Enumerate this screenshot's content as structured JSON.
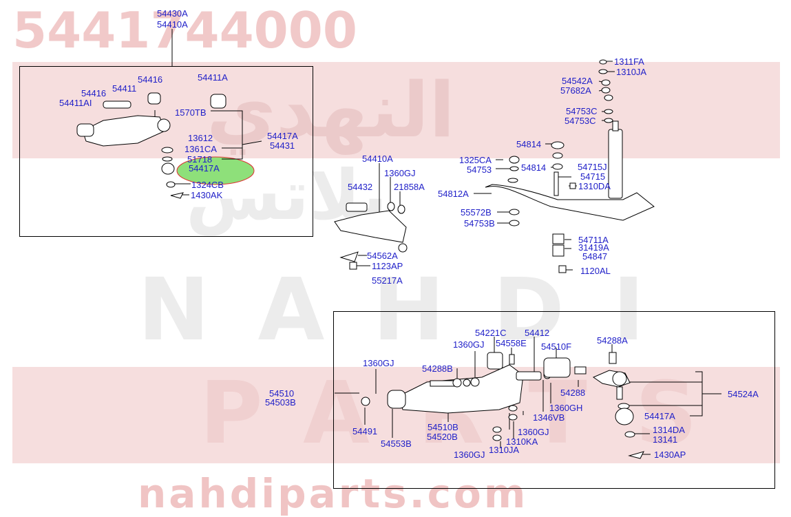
{
  "watermark": {
    "part_number": "5441744000",
    "arabic": "النهدي",
    "arabic_sub": "بلاتس",
    "nahdi": "NAHDI",
    "parts": "PARTS",
    "site": "nahdiparts.com"
  },
  "colors": {
    "label": "#1e1ec8",
    "highlight": "#8ee07a",
    "watermark_red": "#f6dede",
    "line": "#000000"
  },
  "labels": {
    "upper_arm": {
      "l54430A": "54430A",
      "l54410A": "54410A",
      "l54416a": "54416",
      "l54411": "54411",
      "l54416b": "54416",
      "l54411AI": "54411AI",
      "l54411A": "54411A",
      "l1570TB": "1570TB",
      "l13612": "13612",
      "l1361CA": "1361CA",
      "l51718": "51718",
      "l54417A": "54417A",
      "l1324CB": "1324CB",
      "l1430AK": "1430AK",
      "l54417A_r": "54417A",
      "l54431": "54431"
    },
    "center": {
      "l54410A": "54410A",
      "l1360GJ": "1360GJ",
      "l54432": "54432",
      "l21858A": "21858A",
      "l54562A": "54562A",
      "l1123AP": "1123AP",
      "l55217A": "55217A"
    },
    "stabilizer": {
      "l1311FA": "1311FA",
      "l1310JA": "1310JA",
      "l54542A": "54542A",
      "l57682A": "57682A",
      "l54753C_a": "54753C",
      "l54753C_b": "54753C",
      "l54814_a": "54814",
      "l1325CA": "1325CA",
      "l54753": "54753",
      "l54814_b": "54814",
      "l54715J": "54715J",
      "l54715": "54715",
      "l1310DA": "1310DA",
      "l54812A": "54812A",
      "l55572B": "55572B",
      "l54753B": "54753B",
      "l54711A": "54711A",
      "l31419A": "31419A",
      "l54847": "54847",
      "l1120AL": "1120AL"
    },
    "lower_arm": {
      "l54221C": "54221C",
      "l54412": "54412",
      "l1360GJ_a": "1360GJ",
      "l54558E": "54558E",
      "l54510F": "54510F",
      "l54288A": "54288A",
      "l1360GJ_b": "1360GJ",
      "l54288B": "54288B",
      "l54510": "54510",
      "l54503B": "54503B",
      "l54288": "54288",
      "l1360GH": "1360GH",
      "l54524A": "54524A",
      "l1346VB": "1346VB",
      "l54510B": "54510B",
      "l54520B": "54520B",
      "l54417A": "54417A",
      "l54491": "54491",
      "l1360GJ_c": "1360GJ",
      "l1310KA": "1310KA",
      "l54553B": "54553B",
      "l1314DA": "1314DA",
      "l13141": "13141",
      "l1310JA": "1310JA",
      "l1360GJ_d": "1360GJ",
      "l1430AP": "1430AP"
    }
  }
}
